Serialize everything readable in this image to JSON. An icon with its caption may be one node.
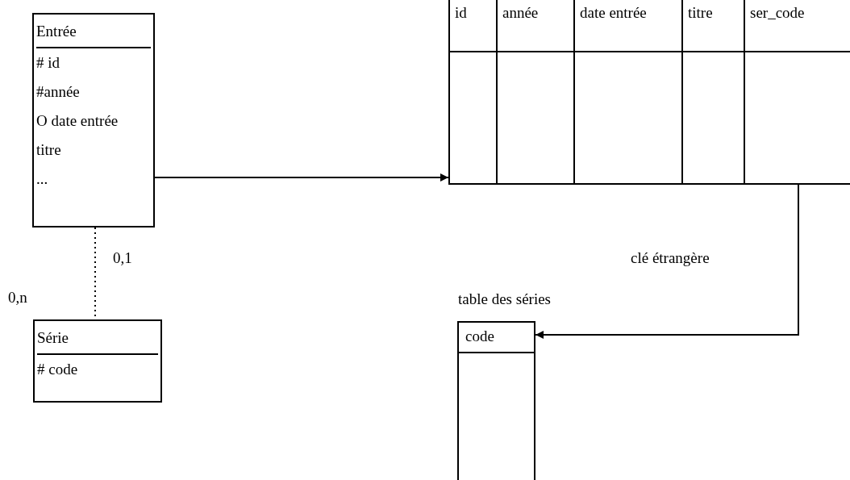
{
  "diagram": {
    "nodes": [
      {
        "text": [
          "Entrée",
          "# id",
          "#année",
          "O date entrée",
          "titre",
          "..."
        ]
      },
      {
        "text": [
          "Série",
          "# code"
        ]
      },
      {
        "text": [
          "id",
          "année",
          "date entrée",
          "titre",
          "ser_code"
        ]
      },
      {
        "text": [
          "code"
        ],
        "beside": [
          "table des séries"
        ]
      }
    ],
    "edges": [
      {
        "from": 0,
        "to": 1,
        "arrow": "none",
        "style": "dashed"
      },
      {
        "from": 0,
        "to": 2,
        "arrow": "to"
      },
      {
        "from": 2,
        "to": 3,
        "arrow": "to",
        "label": "clé étrangère"
      }
    ],
    "labels": [
      "0,1",
      "0,n"
    ]
  }
}
